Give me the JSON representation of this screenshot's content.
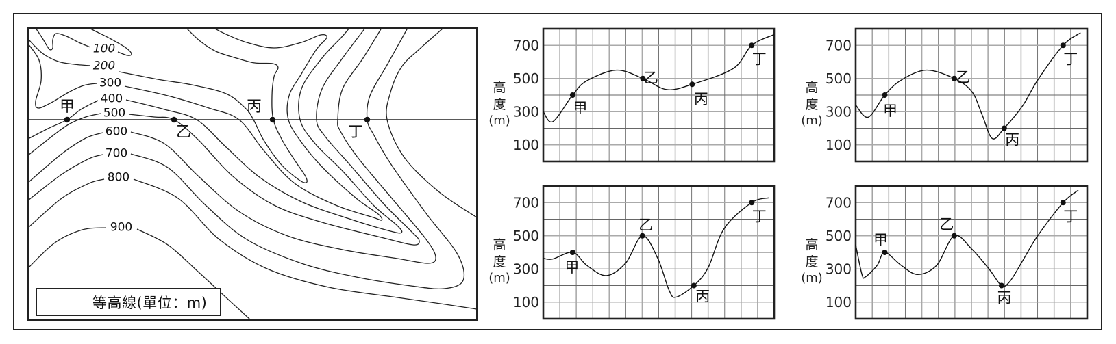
{
  "map": {
    "point_labels": [
      "甲",
      "乙",
      "丙",
      "丁"
    ],
    "contour_labels": [
      "100",
      "200",
      "300",
      "400",
      "500",
      "600",
      "700",
      "800",
      "900"
    ],
    "legend": "等高線(單位：m)"
  },
  "chart_data": [
    {
      "type": "line",
      "title": "",
      "ylabel": "高度",
      "yunit": "(m)",
      "ylim": [
        0,
        800
      ],
      "xlim": [
        0,
        14
      ],
      "yticks": [
        "700",
        "500",
        "300",
        "100"
      ],
      "ytick_values": [
        700,
        500,
        300,
        100
      ],
      "grid": true,
      "points": [
        [
          0,
          300
        ],
        [
          0.58,
          240
        ],
        [
          1.78,
          400
        ],
        [
          2.64,
          486
        ],
        [
          4.44,
          550
        ],
        [
          6.04,
          500
        ],
        [
          7.5,
          433
        ],
        [
          9.03,
          465
        ],
        [
          11.53,
          561
        ],
        [
          12.64,
          700
        ],
        [
          14,
          765
        ]
      ],
      "markers": [
        {
          "label": "甲",
          "x": 1.78,
          "elev": 400
        },
        {
          "label": "乙",
          "x": 6.04,
          "elev": 500
        },
        {
          "label": "丙",
          "x": 9.03,
          "elev": 465
        },
        {
          "label": "丁",
          "x": 12.64,
          "elev": 700
        }
      ]
    },
    {
      "type": "line",
      "title": "",
      "ylabel": "高度",
      "yunit": "(m)",
      "ylim": [
        0,
        800
      ],
      "xlim": [
        0,
        14
      ],
      "yticks": [
        "700",
        "500",
        "300",
        "100"
      ],
      "ytick_values": [
        700,
        500,
        300,
        100
      ],
      "grid": true,
      "points": [
        [
          0,
          340
        ],
        [
          0.76,
          267
        ],
        [
          1.76,
          400
        ],
        [
          2.75,
          490
        ],
        [
          4.28,
          550
        ],
        [
          5.96,
          500
        ],
        [
          7.03,
          420
        ],
        [
          7.65,
          280
        ],
        [
          8.26,
          138
        ],
        [
          8.98,
          200
        ],
        [
          10.1,
          336
        ],
        [
          11.0,
          490
        ],
        [
          12.54,
          700
        ],
        [
          13.6,
          776
        ]
      ],
      "markers": [
        {
          "label": "甲",
          "x": 1.76,
          "elev": 400
        },
        {
          "label": "乙",
          "x": 5.96,
          "elev": 500
        },
        {
          "label": "丙",
          "x": 8.98,
          "elev": 200
        },
        {
          "label": "丁",
          "x": 12.54,
          "elev": 700
        }
      ]
    },
    {
      "type": "line",
      "title": "",
      "ylabel": "高度",
      "yunit": "(m)",
      "ylim": [
        0,
        800
      ],
      "xlim": [
        0,
        14
      ],
      "yticks": [
        "700",
        "500",
        "300",
        "100"
      ],
      "ytick_values": [
        700,
        500,
        300,
        100
      ],
      "grid": true,
      "points": [
        [
          0,
          364
        ],
        [
          0.57,
          360
        ],
        [
          1.78,
          400
        ],
        [
          2.64,
          322
        ],
        [
          3.82,
          260
        ],
        [
          5.0,
          336
        ],
        [
          6.01,
          500
        ],
        [
          6.94,
          364
        ],
        [
          7.64,
          169
        ],
        [
          8.06,
          130
        ],
        [
          9.13,
          200
        ],
        [
          10.0,
          308
        ],
        [
          10.97,
          544
        ],
        [
          12.64,
          700
        ],
        [
          13.7,
          729
        ]
      ],
      "markers": [
        {
          "label": "甲",
          "x": 1.78,
          "elev": 400
        },
        {
          "label": "乙",
          "x": 6.01,
          "elev": 500
        },
        {
          "label": "丙",
          "x": 9.13,
          "elev": 200
        },
        {
          "label": "丁",
          "x": 12.64,
          "elev": 700
        }
      ]
    },
    {
      "type": "line",
      "title": "",
      "ylabel": "高度",
      "yunit": "(m)",
      "ylim": [
        0,
        800
      ],
      "xlim": [
        0,
        14
      ],
      "yticks": [
        "700",
        "500",
        "300",
        "100"
      ],
      "ytick_values": [
        700,
        500,
        300,
        100
      ],
      "grid": true,
      "points": [
        [
          0,
          447
        ],
        [
          0.38,
          267
        ],
        [
          0.6,
          253
        ],
        [
          1.3,
          322
        ],
        [
          1.76,
          400
        ],
        [
          2.75,
          322
        ],
        [
          3.75,
          267
        ],
        [
          4.9,
          322
        ],
        [
          5.96,
          500
        ],
        [
          7.03,
          419
        ],
        [
          8.1,
          295
        ],
        [
          8.82,
          200
        ],
        [
          9.33,
          226
        ],
        [
          10.1,
          350
        ],
        [
          11.0,
          500
        ],
        [
          12.54,
          700
        ],
        [
          13.46,
          775
        ]
      ],
      "markers": [
        {
          "label": "甲",
          "x": 1.76,
          "elev": 400
        },
        {
          "label": "乙",
          "x": 5.96,
          "elev": 500
        },
        {
          "label": "丙",
          "x": 8.82,
          "elev": 200
        },
        {
          "label": "丁",
          "x": 12.54,
          "elev": 700
        }
      ]
    }
  ]
}
